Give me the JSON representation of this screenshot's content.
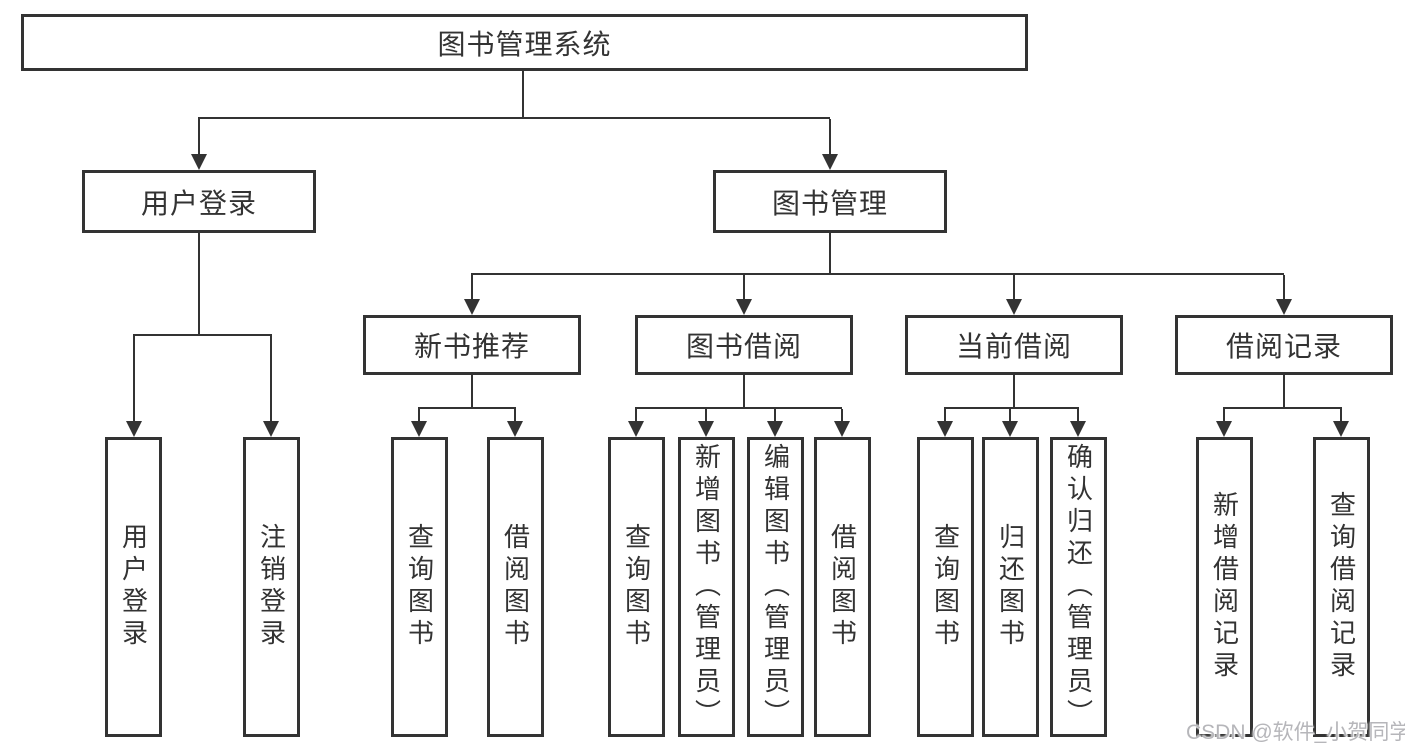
{
  "tree": {
    "label": "图书管理系统",
    "children": [
      {
        "label": "用户登录",
        "children": [
          {
            "label": "用户登录"
          },
          {
            "label": "注销登录"
          }
        ]
      },
      {
        "label": "图书管理",
        "children": [
          {
            "label": "新书推荐",
            "children": [
              {
                "label": "查询图书"
              },
              {
                "label": "借阅图书"
              }
            ]
          },
          {
            "label": "图书借阅",
            "children": [
              {
                "label": "查询图书"
              },
              {
                "label": "新增图书（管理员）"
              },
              {
                "label": "编辑图书（管理员）"
              },
              {
                "label": "借阅图书"
              }
            ]
          },
          {
            "label": "当前借阅",
            "children": [
              {
                "label": "查询图书"
              },
              {
                "label": "归还图书"
              },
              {
                "label": "确认归还（管理员）"
              }
            ]
          },
          {
            "label": "借阅记录",
            "children": [
              {
                "label": "新增借阅记录"
              },
              {
                "label": "查询借阅记录"
              }
            ]
          }
        ]
      }
    ]
  },
  "watermark": "CSDN @软件_小贺同学",
  "colors": {
    "line": "#333333",
    "text": "#333333",
    "background": "#ffffff",
    "watermark": "#b6b6ba"
  }
}
